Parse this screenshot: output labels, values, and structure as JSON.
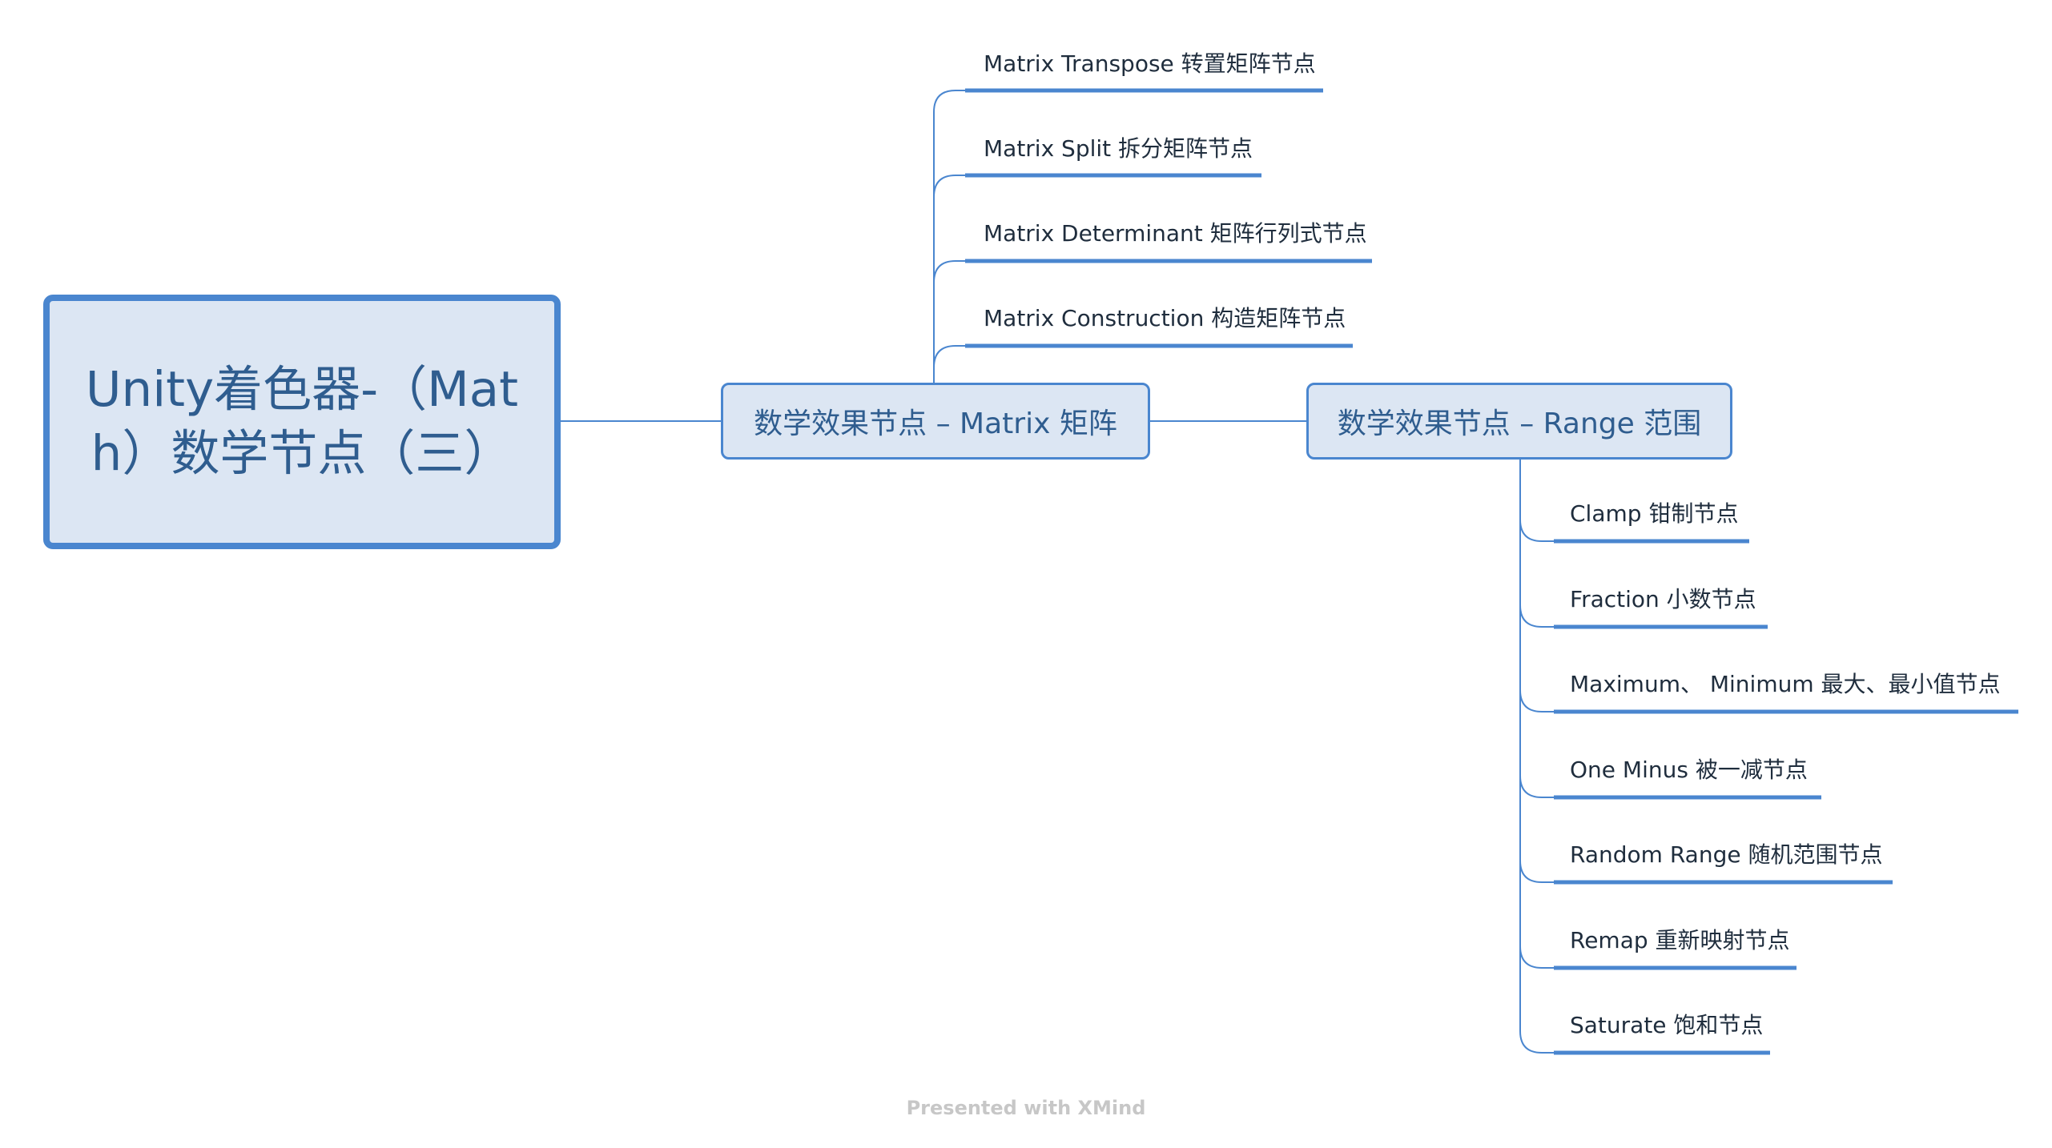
{
  "mindmap": {
    "root": {
      "title": "Unity着色器-（Math）数学节点（三）"
    },
    "branches": [
      {
        "label": "数学效果节点 – Matrix 矩阵",
        "children": [
          "Matrix Transpose 转置矩阵节点",
          "Matrix Split 拆分矩阵节点",
          "Matrix Determinant 矩阵行列式节点",
          "Matrix Construction 构造矩阵节点"
        ]
      },
      {
        "label": "数学效果节点 – Range 范围",
        "children": [
          "Clamp 钳制节点",
          "Fraction 小数节点",
          "Maximum、 Minimum  最大、最小值节点",
          "One Minus 被一减节点",
          "Random Range 随机范围节点",
          "Remap 重新映射节点",
          "Saturate 饱和节点"
        ]
      }
    ]
  },
  "footer": {
    "text": "Presented with XMind"
  },
  "colors": {
    "accent": "#4a86cf",
    "topic_fill": "#dce6f3",
    "topic_text": "#2f5d8f",
    "label_text": "#1f2d3d",
    "footer_text": "#c7c7c7"
  }
}
